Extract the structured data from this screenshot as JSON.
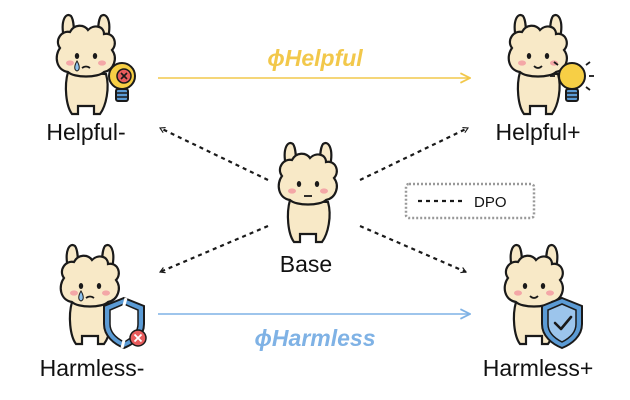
{
  "nodes": {
    "helpful_minus": {
      "label": "Helpful-"
    },
    "helpful_plus": {
      "label": "Helpful+"
    },
    "base": {
      "label": "Base"
    },
    "harmless_minus": {
      "label": "Harmless-"
    },
    "harmless_plus": {
      "label": "Harmless+"
    }
  },
  "arrows": {
    "helpful": {
      "label": "ϕHelpful",
      "color": "#F2C84B"
    },
    "harmless": {
      "label": "ϕHarmless",
      "color": "#7FB2E5"
    }
  },
  "legend": {
    "label": "DPO"
  },
  "icons": {
    "llama": "llama-icon",
    "bulb_off": "broken-lightbulb-icon",
    "bulb_on": "lit-lightbulb-icon",
    "shield_broken": "broken-shield-icon",
    "shield_ok": "shield-check-icon"
  },
  "colors": {
    "llama_fur": "#F8E9C7",
    "outline": "#1A1A1A",
    "bulb_yellow": "#F7CF45",
    "bad_red": "#E85C5C",
    "shield_blue": "#5B9BD5"
  }
}
